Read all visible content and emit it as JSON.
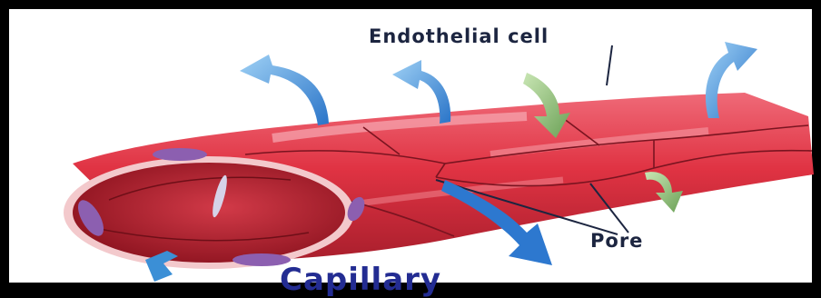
{
  "labels": {
    "endothelial_cell": "Endothelial cell",
    "pore": "Pore",
    "capillary": "Capillary"
  },
  "colors": {
    "vessel": "#e03343",
    "vessel_dark": "#8e1420",
    "lumen": "#b82030",
    "nucleus": "#8c5fb0",
    "arrow_out": "#3b8fd6",
    "arrow_in": "#8fbf78",
    "label_text": "#1c2540",
    "title_text": "#232c92"
  }
}
